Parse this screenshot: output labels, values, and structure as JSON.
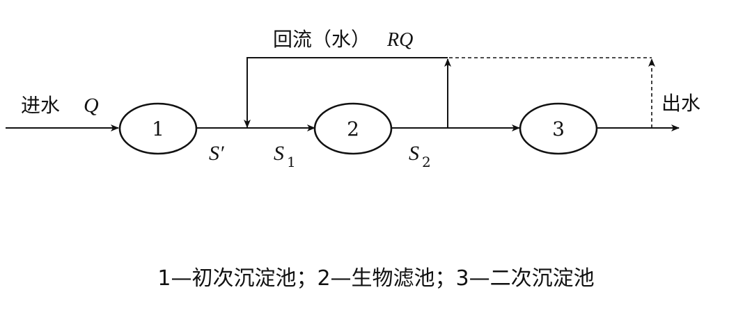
{
  "labels": {
    "inflow": "进水",
    "inflow_symbol": "Q",
    "recycle": "回流（水）",
    "recycle_symbol": "RQ",
    "outflow": "出水",
    "s_prime": "S′",
    "s1_base": "S",
    "s1_sub": "1",
    "s2_base": "S",
    "s2_sub": "2"
  },
  "nodes": [
    {
      "id": "1",
      "label": "1"
    },
    {
      "id": "2",
      "label": "2"
    },
    {
      "id": "3",
      "label": "3"
    }
  ],
  "caption": "1—初次沉淀池；2—生物滤池；3—二次沉淀池"
}
